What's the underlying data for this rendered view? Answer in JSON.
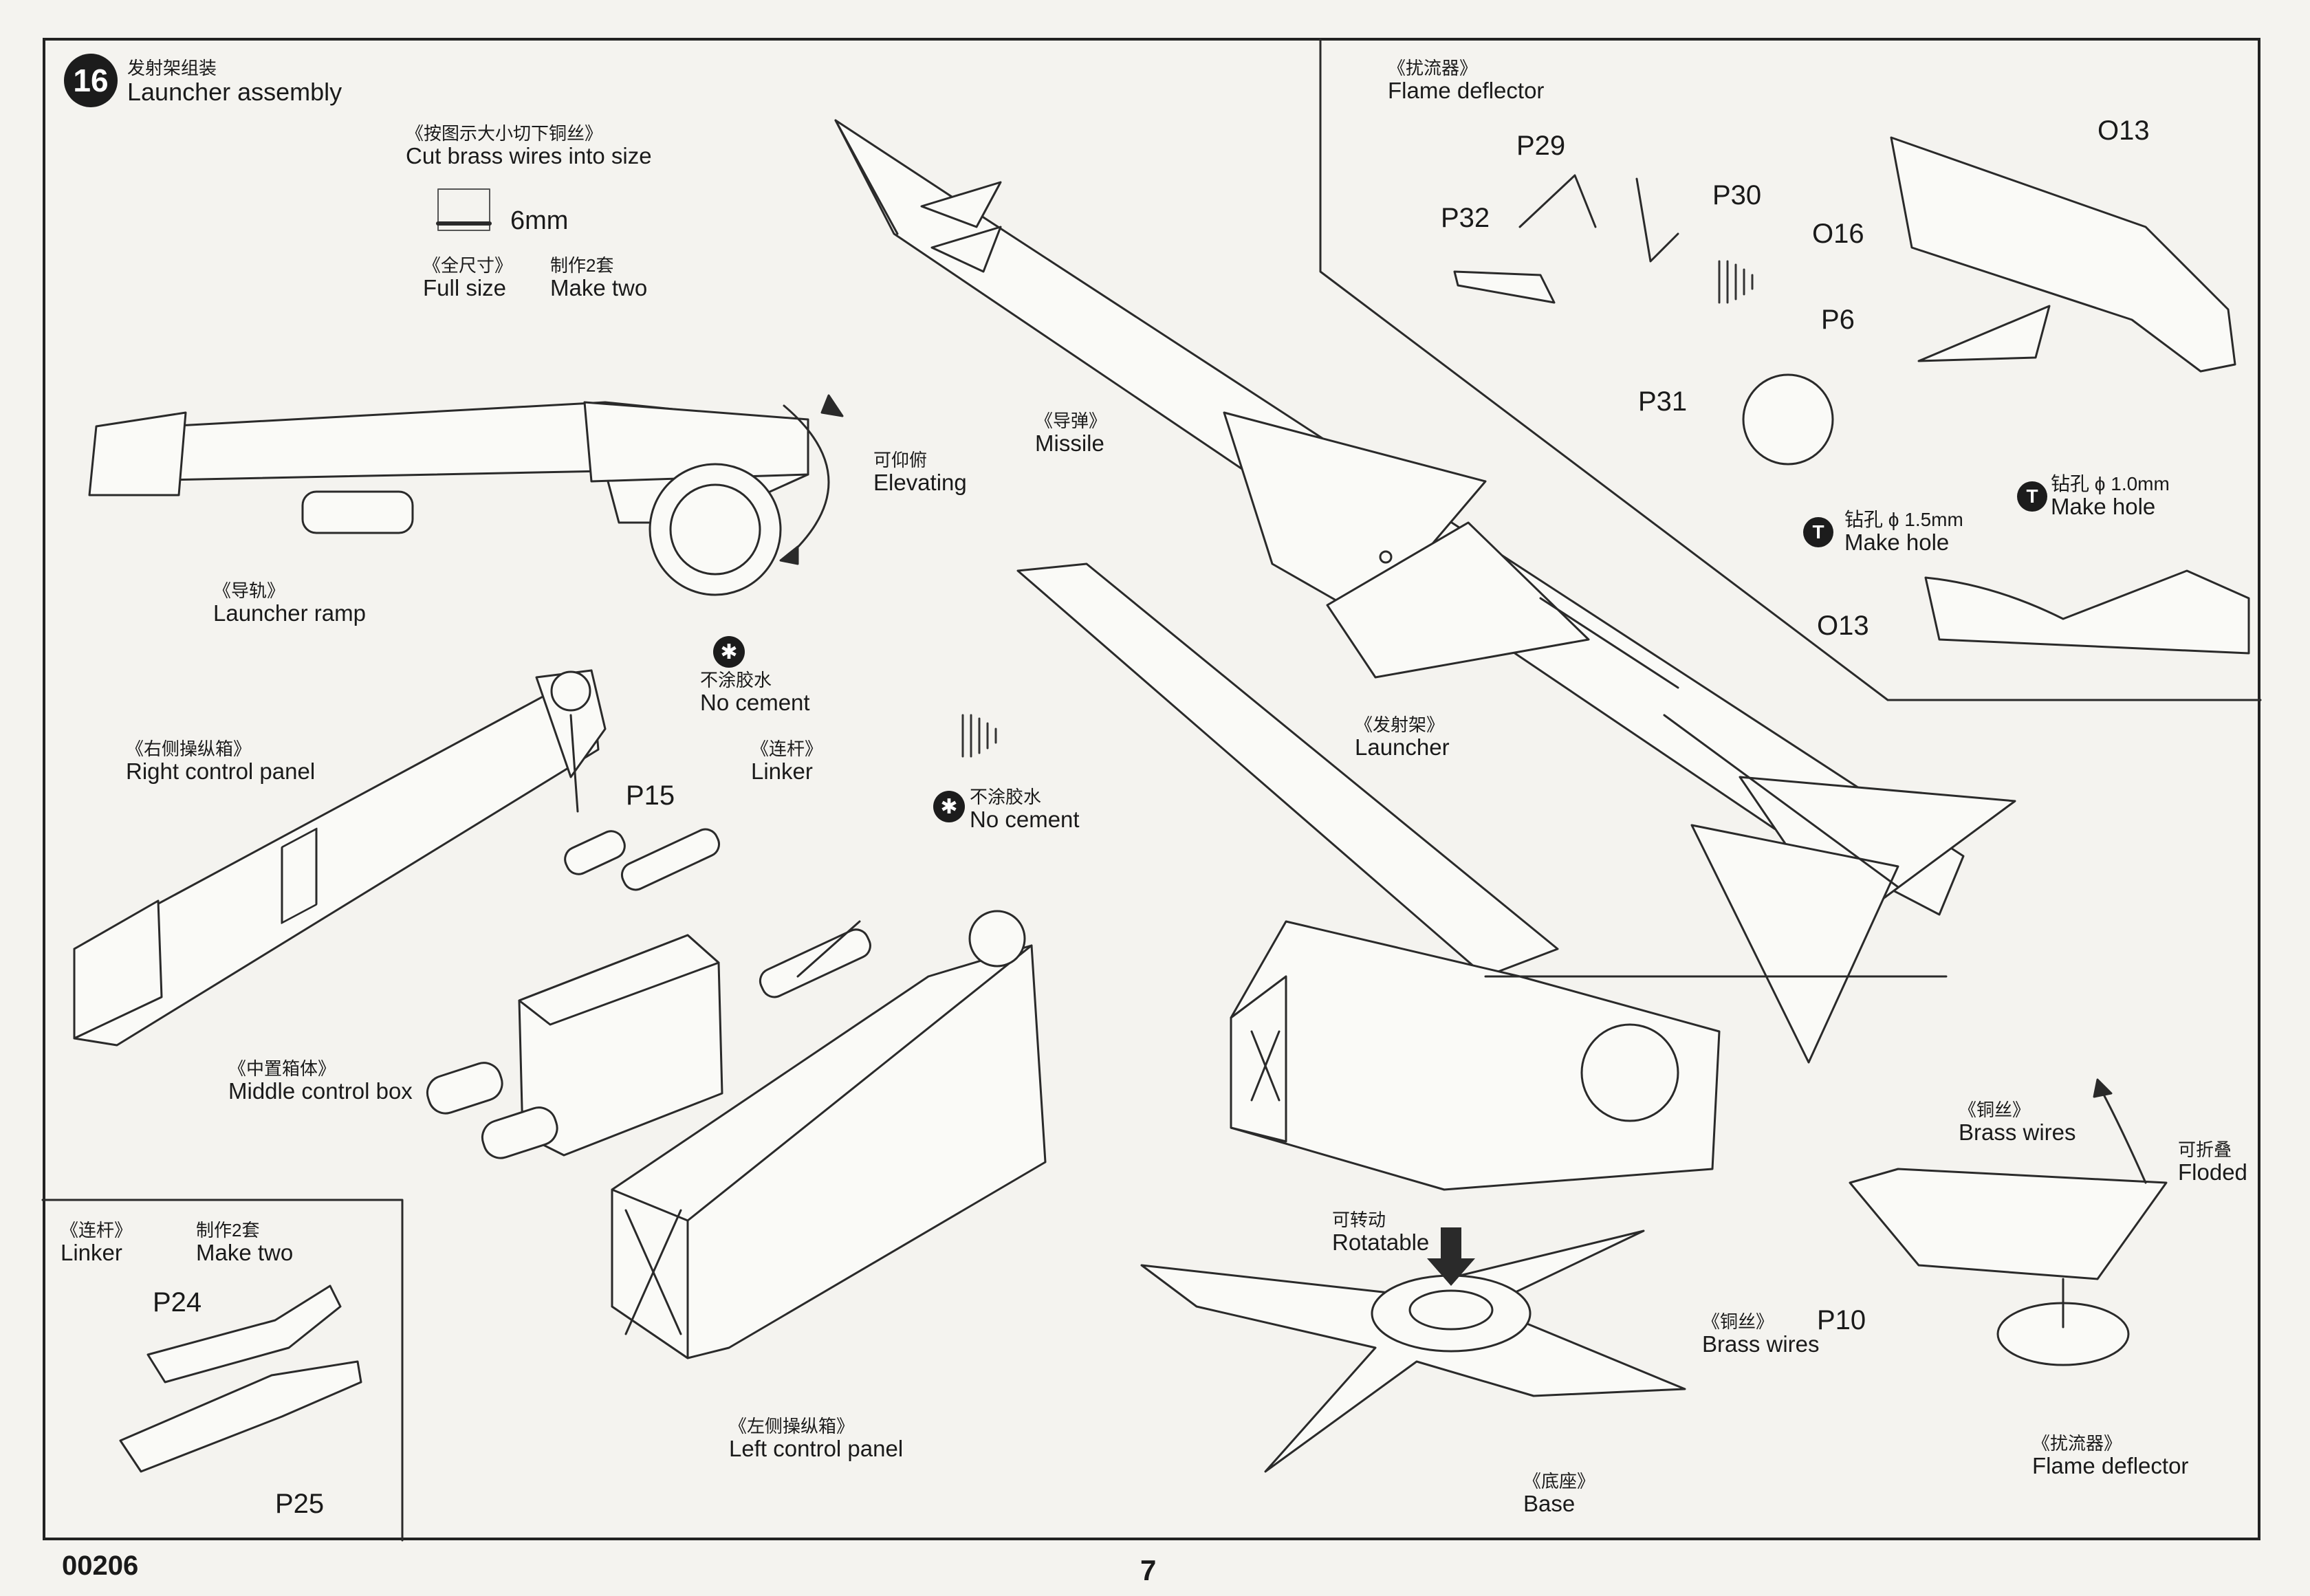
{
  "step": {
    "number": "16",
    "title_cn": "发射架组装",
    "title_en": "Launcher assembly"
  },
  "page_code": "00206",
  "page_number": "7",
  "notes": {
    "cut_wires_cn": "《按图示大小切下铜丝》",
    "cut_wires_en": "Cut brass wires into size",
    "wire_length": "6mm",
    "full_size_cn": "《全尺寸》",
    "full_size_en": "Full size",
    "make_two_cn": "制作2套",
    "make_two_en": "Make two"
  },
  "labels": {
    "launcher_ramp_cn": "《导轨》",
    "launcher_ramp_en": "Launcher ramp",
    "elevating_cn": "可仰俯",
    "elevating_en": "Elevating",
    "missile_cn": "《导弹》",
    "missile_en": "Missile",
    "right_panel_cn": "《右侧操纵箱》",
    "right_panel_en": "Right control panel",
    "no_cement_cn": "不涂胶水",
    "no_cement_en": "No cement",
    "linker_cn": "《连杆》",
    "linker_en": "Linker",
    "middle_box_cn": "《中置箱体》",
    "middle_box_en": "Middle control box",
    "left_panel_cn": "《左侧操纵箱》",
    "left_panel_en": "Left control panel",
    "launcher_cn": "《发射架》",
    "launcher_en": "Launcher",
    "rotatable_cn": "可转动",
    "rotatable_en": "Rotatable",
    "base_cn": "《底座》",
    "base_en": "Base",
    "brass_wires_cn": "《铜丝》",
    "brass_wires_en": "Brass wires",
    "folded_cn": "可折叠",
    "folded_en": "Floded",
    "flame_deflector_cn": "《扰流器》",
    "flame_deflector_en": "Flame deflector",
    "hole15_cn": "钻孔 ϕ 1.5mm",
    "hole15_en": "Make hole",
    "hole10_cn": "钻孔 ϕ 1.0mm",
    "hole10_en": "Make hole",
    "linker_inset_make_two_cn": "制作2套",
    "linker_inset_make_two_en": "Make two"
  },
  "parts": {
    "p15": "P15",
    "p29": "P29",
    "p30": "P30",
    "p32": "P32",
    "p31": "P31",
    "p6": "P6",
    "o13a": "O13",
    "o13b": "O13",
    "o16": "O16",
    "p10": "P10",
    "p24": "P24",
    "p25": "P25"
  },
  "icons": [
    "no-cement-icon",
    "drill-icon",
    "assembly-arrow-icon",
    "step-number-badge"
  ]
}
